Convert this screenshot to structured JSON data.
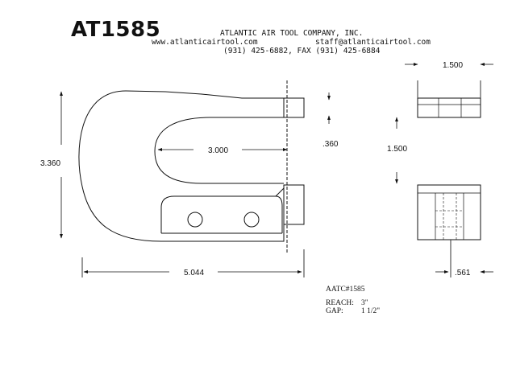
{
  "header": {
    "part_number": "AT1585",
    "company": "ATLANTIC AIR TOOL COMPANY, INC.",
    "website": "www.atlanticairtool.com",
    "email": "staff@atlanticairtool.com",
    "phone_fax": "(931) 425-6882, FAX (931) 425-6884"
  },
  "dimensions": {
    "overall_height": "3.360",
    "opening_depth": "3.000",
    "tip_thickness": ".360",
    "overall_length": "5.044",
    "body_width": "1.500",
    "body_height": "1.500",
    "slot_offset": ".561"
  },
  "specs": {
    "code": "AATC#1585",
    "reach_label": "REACH:",
    "reach_value": "3\"",
    "gap_label": "GAP:",
    "gap_value": "1 1/2\""
  }
}
